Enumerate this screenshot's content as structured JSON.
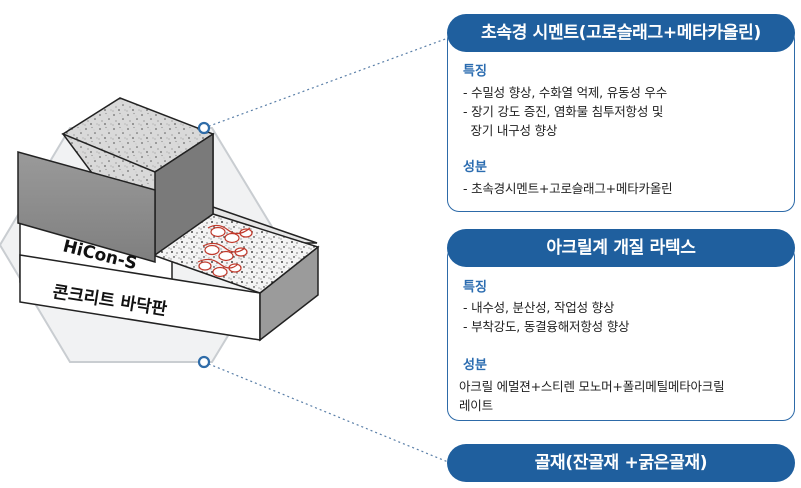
{
  "block": {
    "top_label": "HiCon-S",
    "base_label": "콘크리트 바닥판"
  },
  "panels": [
    {
      "title": "초속경 시멘트(고로슬래그+메타카올린)",
      "features_heading": "특징",
      "features": [
        "- 수밀성 향상, 수화열 억제, 유동성 우수",
        "- 장기 강도 증진, 염화물 침투저항성 및",
        "  장기 내구성 향상"
      ],
      "components_heading": "성분",
      "components": [
        "- 초속경시멘트+고로슬래그+메타카올린"
      ]
    },
    {
      "title": "아크릴계 개질 라텍스",
      "features_heading": "특징",
      "features": [
        "- 내수성, 분산성, 작업성 향상",
        "- 부착강도, 동결융해저항성 향상"
      ],
      "components_heading": "성분",
      "components": [
        "아크릴 에멀젼+스티렌 모노머+폴리메틸메타아크릴",
        "레이트"
      ]
    }
  ],
  "aggregate_label": "골재(잔골재 +굵은골재)",
  "colors": {
    "accent": "#1f5f9e",
    "heading": "#2b6cb0",
    "hexagon_fill": "#f1f2f3",
    "hexagon_stroke": "#c9cdd1",
    "top_layer": "#8f8f8f",
    "base_layer": "#ffffff"
  }
}
